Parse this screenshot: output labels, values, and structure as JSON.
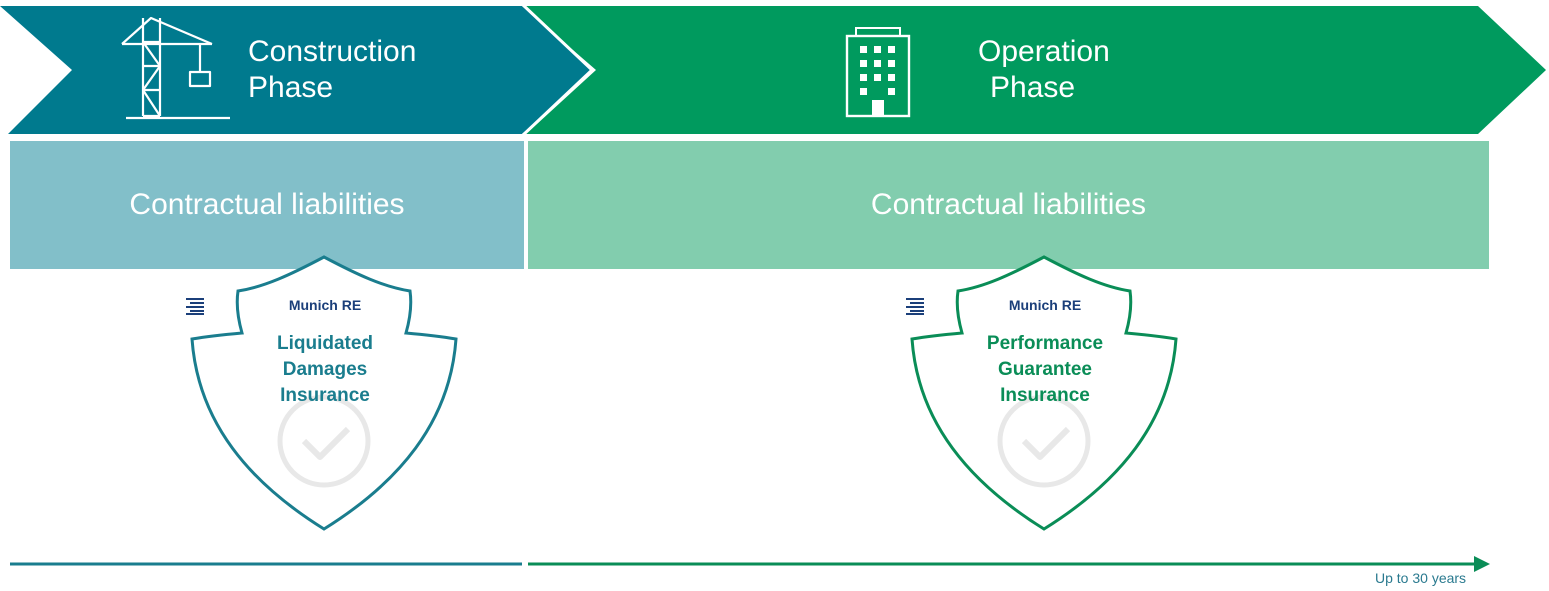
{
  "phases": [
    {
      "line1": "Construction",
      "line2": "Phase",
      "icon": "crane-icon",
      "color": "#007a8e"
    },
    {
      "line1": "Operation",
      "line2": "Phase",
      "icon": "building-icon",
      "color": "#009a5e"
    }
  ],
  "liabilities": [
    {
      "label": "Contractual liabilities",
      "color": "#82bfc9"
    },
    {
      "label": "Contractual liabilities",
      "color": "#82cdae"
    }
  ],
  "shields": [
    {
      "brand": "Munich RE",
      "line1": "Liquidated",
      "line2": "Damages",
      "line3": "Insurance",
      "color": "#1a7d8e"
    },
    {
      "brand": "Munich RE",
      "line1": "Performance",
      "line2": "Guarantee",
      "line3": "Insurance",
      "color": "#0a8d57"
    }
  ],
  "timeline": {
    "label": "Up to 30 years"
  }
}
